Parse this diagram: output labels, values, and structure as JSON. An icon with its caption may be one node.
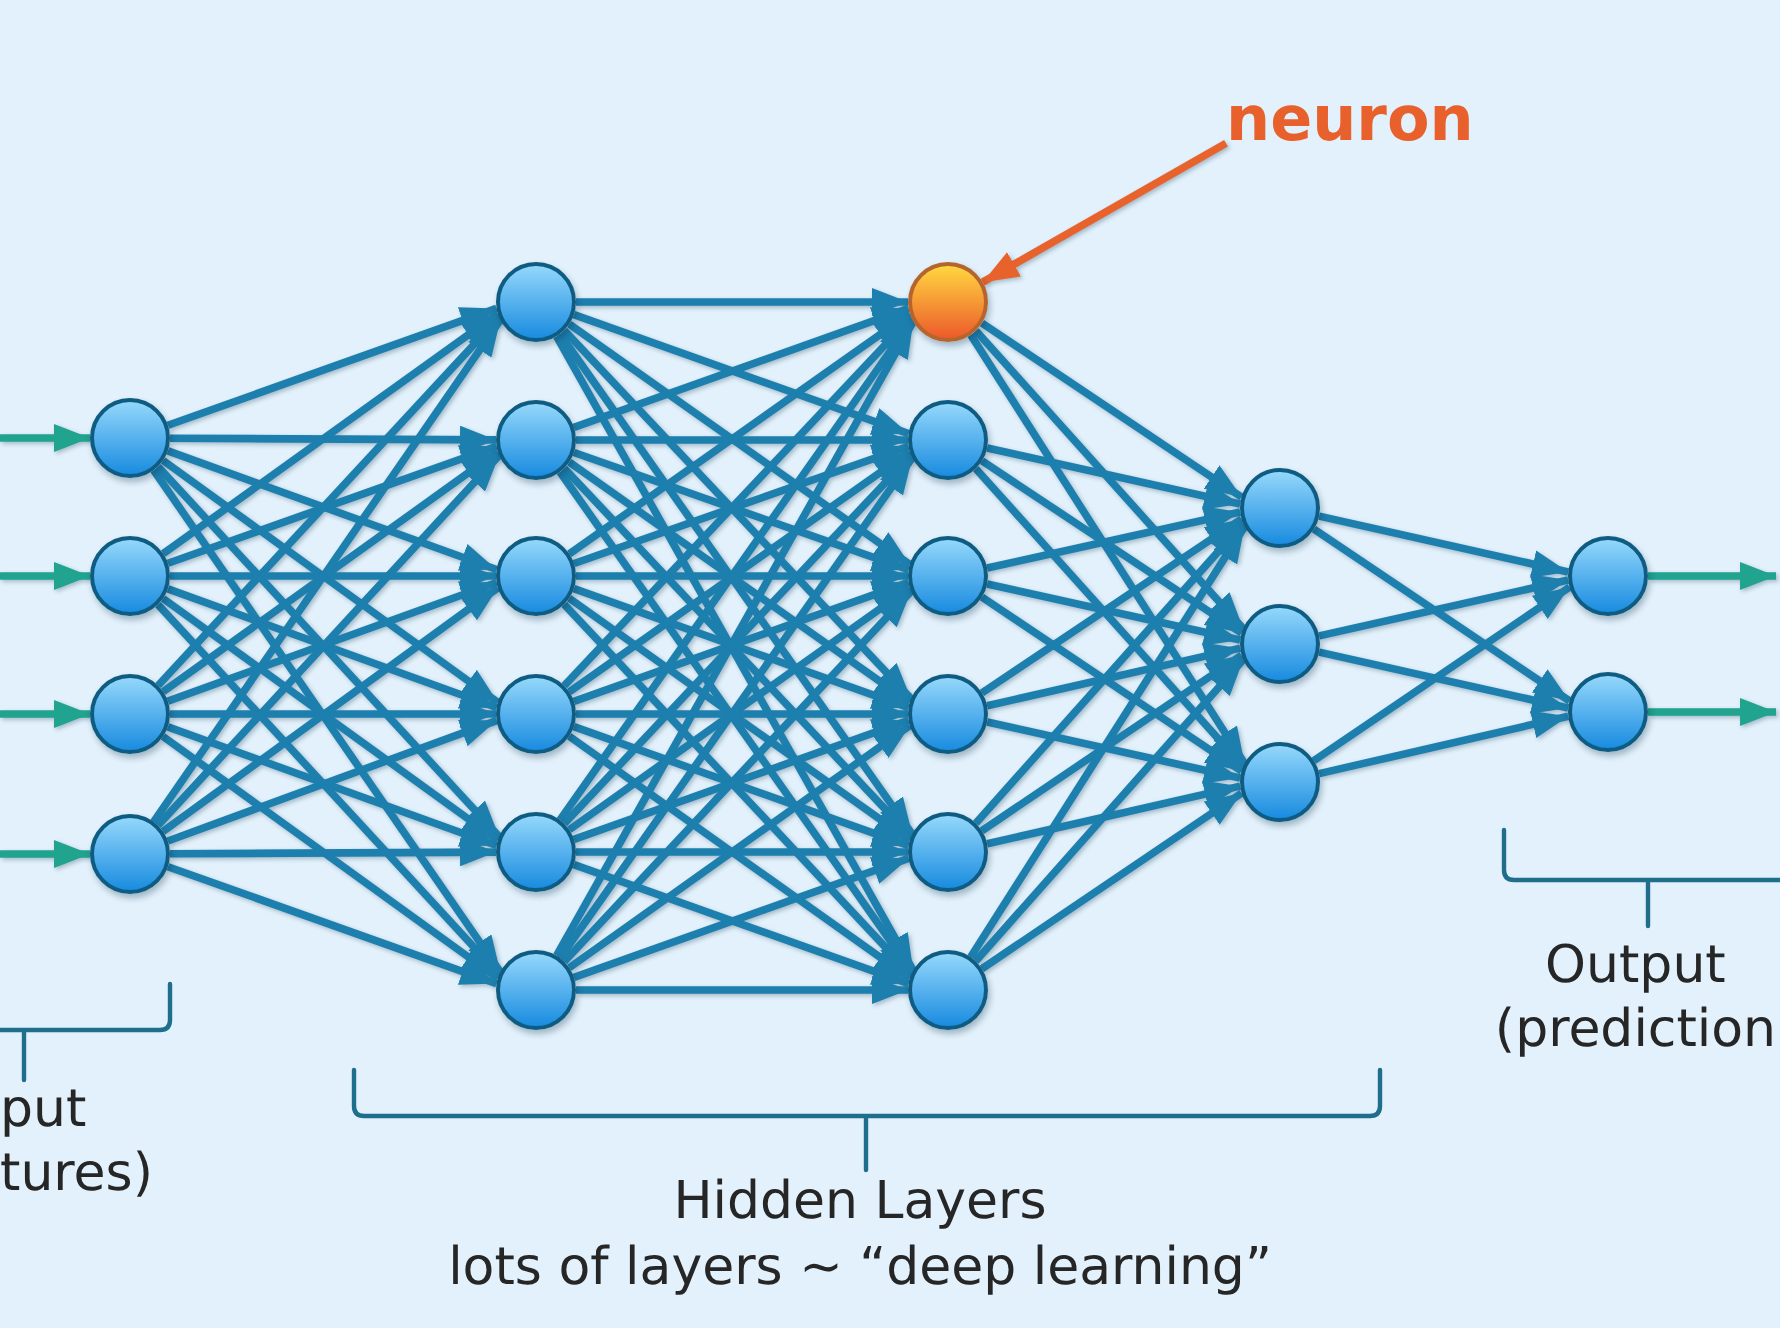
{
  "diagram": {
    "nodes": [
      {
        "text": [],
        "shape": "circle"
      },
      {
        "text": [],
        "shape": "circle"
      },
      {
        "text": [],
        "shape": "circle"
      },
      {
        "text": [],
        "shape": "circle"
      },
      {
        "text": [],
        "shape": "circle"
      },
      {
        "text": [],
        "shape": "circle"
      },
      {
        "text": [],
        "shape": "circle"
      },
      {
        "text": [],
        "shape": "circle"
      },
      {
        "text": [],
        "shape": "circle"
      },
      {
        "text": [],
        "shape": "circle"
      },
      {
        "text": [],
        "shape": "circle"
      },
      {
        "text": [],
        "shape": "circle"
      },
      {
        "text": [],
        "shape": "circle"
      },
      {
        "text": [],
        "shape": "circle"
      },
      {
        "text": [],
        "shape": "circle"
      },
      {
        "text": [],
        "shape": "circle"
      },
      {
        "text": [],
        "shape": "circle"
      },
      {
        "text": [],
        "shape": "circle"
      },
      {
        "text": [],
        "shape": "circle"
      },
      {
        "text": [],
        "shape": "circle"
      },
      {
        "text": [],
        "shape": "circle"
      },
      {
        "text": [
          "neuron"
        ]
      }
    ],
    "edges": [
      {
        "from": null,
        "to": 0,
        "arrow": "to",
        "color": "#20a38f"
      },
      {
        "from": null,
        "to": 1,
        "arrow": "to",
        "color": "#20a38f"
      },
      {
        "from": null,
        "to": 2,
        "arrow": "to",
        "color": "#20a38f"
      },
      {
        "from": null,
        "to": 3,
        "arrow": "to",
        "color": "#20a38f"
      },
      {
        "from": 0,
        "to": 4,
        "arrow": "to"
      },
      {
        "from": 0,
        "to": 5,
        "arrow": "to"
      },
      {
        "from": 0,
        "to": 6,
        "arrow": "to"
      },
      {
        "from": 0,
        "to": 7,
        "arrow": "to"
      },
      {
        "from": 0,
        "to": 8,
        "arrow": "to"
      },
      {
        "from": 0,
        "to": 9,
        "arrow": "to"
      },
      {
        "from": 1,
        "to": 4,
        "arrow": "to"
      },
      {
        "from": 1,
        "to": 5,
        "arrow": "to"
      },
      {
        "from": 1,
        "to": 6,
        "arrow": "to"
      },
      {
        "from": 1,
        "to": 7,
        "arrow": "to"
      },
      {
        "from": 1,
        "to": 8,
        "arrow": "to"
      },
      {
        "from": 1,
        "to": 9,
        "arrow": "to"
      },
      {
        "from": 2,
        "to": 4,
        "arrow": "to"
      },
      {
        "from": 2,
        "to": 5,
        "arrow": "to"
      },
      {
        "from": 2,
        "to": 6,
        "arrow": "to"
      },
      {
        "from": 2,
        "to": 7,
        "arrow": "to"
      },
      {
        "from": 2,
        "to": 8,
        "arrow": "to"
      },
      {
        "from": 2,
        "to": 9,
        "arrow": "to"
      },
      {
        "from": 3,
        "to": 4,
        "arrow": "to"
      },
      {
        "from": 3,
        "to": 5,
        "arrow": "to"
      },
      {
        "from": 3,
        "to": 6,
        "arrow": "to"
      },
      {
        "from": 3,
        "to": 7,
        "arrow": "to"
      },
      {
        "from": 3,
        "to": 8,
        "arrow": "to"
      },
      {
        "from": 3,
        "to": 9,
        "arrow": "to"
      },
      {
        "from": 4,
        "to": 10,
        "arrow": "to"
      },
      {
        "from": 4,
        "to": 11,
        "arrow": "to"
      },
      {
        "from": 4,
        "to": 12,
        "arrow": "to"
      },
      {
        "from": 4,
        "to": 13,
        "arrow": "to"
      },
      {
        "from": 4,
        "to": 14,
        "arrow": "to"
      },
      {
        "from": 4,
        "to": 15,
        "arrow": "to"
      },
      {
        "from": 5,
        "to": 10,
        "arrow": "to"
      },
      {
        "from": 5,
        "to": 11,
        "arrow": "to"
      },
      {
        "from": 5,
        "to": 12,
        "arrow": "to"
      },
      {
        "from": 5,
        "to": 13,
        "arrow": "to"
      },
      {
        "from": 5,
        "to": 14,
        "arrow": "to"
      },
      {
        "from": 5,
        "to": 15,
        "arrow": "to"
      },
      {
        "from": 6,
        "to": 10,
        "arrow": "to"
      },
      {
        "from": 6,
        "to": 11,
        "arrow": "to"
      },
      {
        "from": 6,
        "to": 12,
        "arrow": "to"
      },
      {
        "from": 6,
        "to": 13,
        "arrow": "to"
      },
      {
        "from": 6,
        "to": 14,
        "arrow": "to"
      },
      {
        "from": 6,
        "to": 15,
        "arrow": "to"
      },
      {
        "from": 7,
        "to": 10,
        "arrow": "to"
      },
      {
        "from": 7,
        "to": 11,
        "arrow": "to"
      },
      {
        "from": 7,
        "to": 12,
        "arrow": "to"
      },
      {
        "from": 7,
        "to": 13,
        "arrow": "to"
      },
      {
        "from": 7,
        "to": 14,
        "arrow": "to"
      },
      {
        "from": 7,
        "to": 15,
        "arrow": "to"
      },
      {
        "from": 8,
        "to": 10,
        "arrow": "to"
      },
      {
        "from": 8,
        "to": 11,
        "arrow": "to"
      },
      {
        "from": 8,
        "to": 12,
        "arrow": "to"
      },
      {
        "from": 8,
        "to": 13,
        "arrow": "to"
      },
      {
        "from": 8,
        "to": 14,
        "arrow": "to"
      },
      {
        "from": 8,
        "to": 15,
        "arrow": "to"
      },
      {
        "from": 9,
        "to": 10,
        "arrow": "to"
      },
      {
        "from": 9,
        "to": 11,
        "arrow": "to"
      },
      {
        "from": 9,
        "to": 12,
        "arrow": "to"
      },
      {
        "from": 9,
        "to": 13,
        "arrow": "to"
      },
      {
        "from": 9,
        "to": 14,
        "arrow": "to"
      },
      {
        "from": 9,
        "to": 15,
        "arrow": "to"
      },
      {
        "from": 10,
        "to": 16,
        "arrow": "to"
      },
      {
        "from": 10,
        "to": 17,
        "arrow": "to"
      },
      {
        "from": 10,
        "to": 18,
        "arrow": "to"
      },
      {
        "from": 11,
        "to": 16,
        "arrow": "to"
      },
      {
        "from": 11,
        "to": 17,
        "arrow": "to"
      },
      {
        "from": 11,
        "to": 18,
        "arrow": "to"
      },
      {
        "from": 12,
        "to": 16,
        "arrow": "to"
      },
      {
        "from": 12,
        "to": 17,
        "arrow": "to"
      },
      {
        "from": 12,
        "to": 18,
        "arrow": "to"
      },
      {
        "from": 13,
        "to": 16,
        "arrow": "to"
      },
      {
        "from": 13,
        "to": 17,
        "arrow": "to"
      },
      {
        "from": 13,
        "to": 18,
        "arrow": "to"
      },
      {
        "from": 14,
        "to": 16,
        "arrow": "to"
      },
      {
        "from": 14,
        "to": 17,
        "arrow": "to"
      },
      {
        "from": 14,
        "to": 18,
        "arrow": "to"
      },
      {
        "from": 15,
        "to": 16,
        "arrow": "to"
      },
      {
        "from": 15,
        "to": 17,
        "arrow": "to"
      },
      {
        "from": 15,
        "to": 18,
        "arrow": "to"
      },
      {
        "from": 16,
        "to": 19,
        "arrow": "to"
      },
      {
        "from": 16,
        "to": 20,
        "arrow": "to"
      },
      {
        "from": 17,
        "to": 19,
        "arrow": "to"
      },
      {
        "from": 17,
        "to": 20,
        "arrow": "to"
      },
      {
        "from": 18,
        "to": 19,
        "arrow": "to"
      },
      {
        "from": 18,
        "to": 20,
        "arrow": "to"
      },
      {
        "from": 19,
        "to": null,
        "arrow": "to",
        "color": "#20a38f"
      },
      {
        "from": 20,
        "to": null,
        "arrow": "to",
        "color": "#20a38f"
      },
      {
        "from": 21,
        "to": 10,
        "arrow": "to",
        "color": "#e8622c"
      }
    ],
    "labels": [
      "Output (prediction",
      "put tures)",
      "Hidden Layers",
      "lots of layers ~ “deep learning”"
    ]
  }
}
